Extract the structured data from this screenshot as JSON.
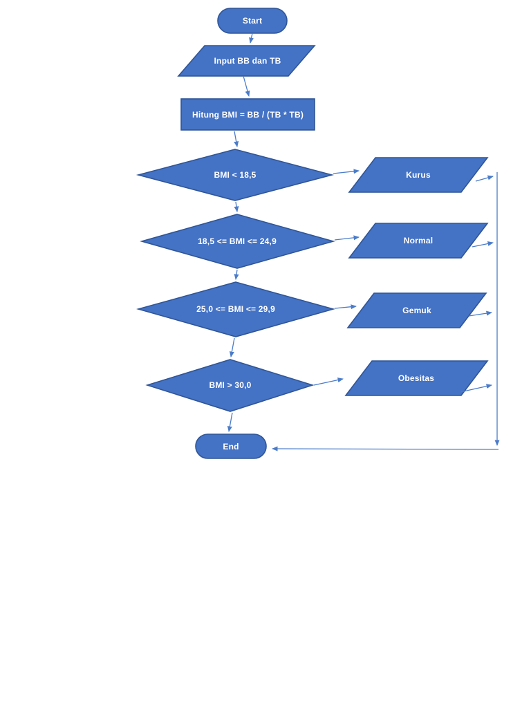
{
  "diagram": {
    "type": "flowchart",
    "language": "Indonesian",
    "colors": {
      "shape_fill": "#4472C4",
      "shape_border": "#2F5597",
      "connector": "#4A7CC9",
      "label_text": "#FFFFFF",
      "background": "#FFFFFF"
    },
    "nodes": {
      "start": {
        "label": "Start",
        "type": "terminator"
      },
      "input": {
        "label": "Input BB dan TB",
        "type": "data"
      },
      "process": {
        "label": "Hitung BMI = BB / (TB * TB)",
        "type": "process"
      },
      "decision1": {
        "label": "BMI < 18,5",
        "type": "decision"
      },
      "output1": {
        "label": "Kurus",
        "type": "data"
      },
      "decision2": {
        "label": "18,5 <=  BMI <= 24,9",
        "type": "decision"
      },
      "output2": {
        "label": "Normal",
        "type": "data"
      },
      "decision3": {
        "label": "25,0 <=  BMI <= 29,9",
        "type": "decision"
      },
      "output3": {
        "label": "Gemuk",
        "type": "data"
      },
      "decision4": {
        "label": "BMI > 30,0",
        "type": "decision"
      },
      "output4": {
        "label": "Obesitas",
        "type": "data"
      },
      "end": {
        "label": "End",
        "type": "terminator"
      }
    },
    "edges": [
      {
        "from": "start",
        "to": "input"
      },
      {
        "from": "input",
        "to": "process"
      },
      {
        "from": "process",
        "to": "decision1"
      },
      {
        "from": "decision1",
        "to": "output1"
      },
      {
        "from": "decision1",
        "to": "decision2"
      },
      {
        "from": "decision2",
        "to": "output2"
      },
      {
        "from": "decision2",
        "to": "decision3"
      },
      {
        "from": "decision3",
        "to": "output3"
      },
      {
        "from": "decision3",
        "to": "decision4"
      },
      {
        "from": "decision4",
        "to": "output4"
      },
      {
        "from": "decision4",
        "to": "end"
      },
      {
        "from": "output1",
        "to": "end"
      },
      {
        "from": "output2",
        "to": "end"
      },
      {
        "from": "output3",
        "to": "end"
      },
      {
        "from": "output4",
        "to": "end"
      }
    ]
  }
}
